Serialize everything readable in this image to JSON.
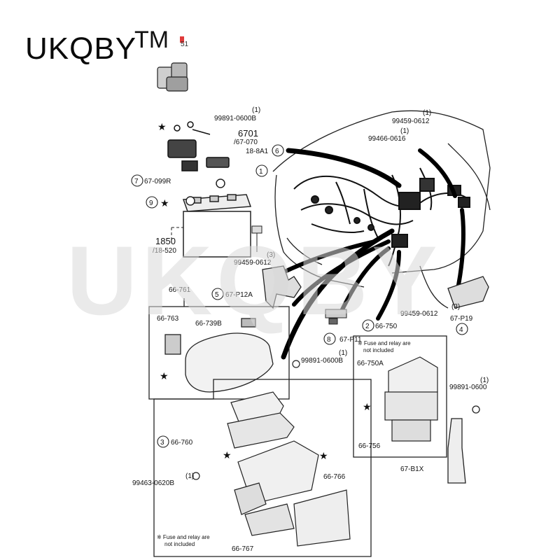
{
  "brand": {
    "name": "UKQBY",
    "tm": "TM",
    "code": "51"
  },
  "callouts": {
    "c1": "1",
    "c2": "2",
    "c3": "3",
    "c4": "4",
    "c5": "5",
    "c6": "6",
    "c7": "7",
    "c8": "8",
    "c9": "9"
  },
  "labels": {
    "p_99891_0600b_top": "99891-0600B",
    "q_top_1": "(1)",
    "p_6701": "6701",
    "p_67_070": "/67-070",
    "p_18_8a1": "18-8A1",
    "p_67_099r": "67-099R",
    "p_1850": "1850",
    "p_18_520": "/18-520",
    "p_99459_0612_a": "99459-0612",
    "q_a": "(3)",
    "p_66_761": "66-761",
    "p_67_p12a": "67-P12A",
    "p_99459_0612_top": "99459-0612",
    "q_top_right": "(1)",
    "p_99466_0616": "99466-0616",
    "q_99466": "(1)",
    "p_66_763": "66-763",
    "p_66_739b": "66-739B",
    "p_66_750": "66-750",
    "p_67_p11": "67-P11",
    "p_99891_0600b_mid": "99891-0600B",
    "q_mid": "(1)",
    "p_99459_0612_b": "99459-0612",
    "q_b": "(3)",
    "p_67_p19": "67-P19",
    "p_66_750a": "66-750A",
    "p_99891_0600": "99891-0600",
    "q_0600": "(1)",
    "p_66_760": "66-760",
    "p_99463_0620b": "99463-0620B",
    "q_0620b": "(1)",
    "p_66_756": "66-756",
    "p_67_b1x": "67-B1X",
    "p_66_766": "66-766",
    "p_66_767": "66-767"
  },
  "notes": {
    "fuse_right_1": "※ Fuse and relay are",
    "fuse_right_2": "not included",
    "fuse_bottom_1": "※ Fuse and relay are",
    "fuse_bottom_2": "not included"
  },
  "watermark": "UKQBY",
  "colors": {
    "ink": "#111111",
    "watermark": "#d9d9d9",
    "tag": "#e03a3a"
  }
}
